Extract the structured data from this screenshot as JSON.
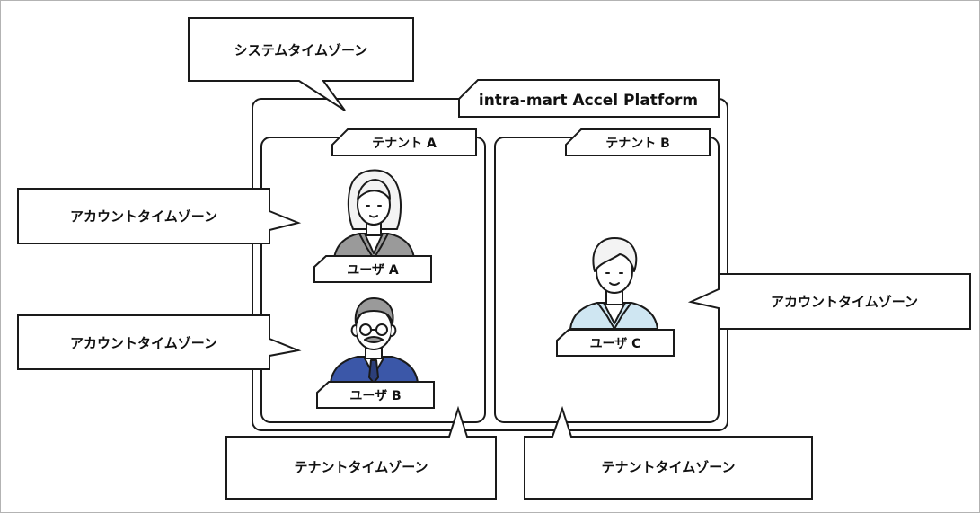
{
  "diagram": {
    "platform_label": "intra-mart Accel Platform",
    "system_timezone": "システムタイムゾーン",
    "tenants": [
      {
        "label": "テナント A",
        "timezone": "テナントタイムゾーン",
        "users": [
          {
            "label": "ユーザ A",
            "timezone": "アカウントタイムゾーン"
          },
          {
            "label": "ユーザ B",
            "timezone": "アカウントタイムゾーン"
          }
        ]
      },
      {
        "label": "テナント B",
        "timezone": "テナントタイムゾーン",
        "users": [
          {
            "label": "ユーザ C",
            "timezone": "アカウントタイムゾーン"
          }
        ]
      }
    ]
  }
}
